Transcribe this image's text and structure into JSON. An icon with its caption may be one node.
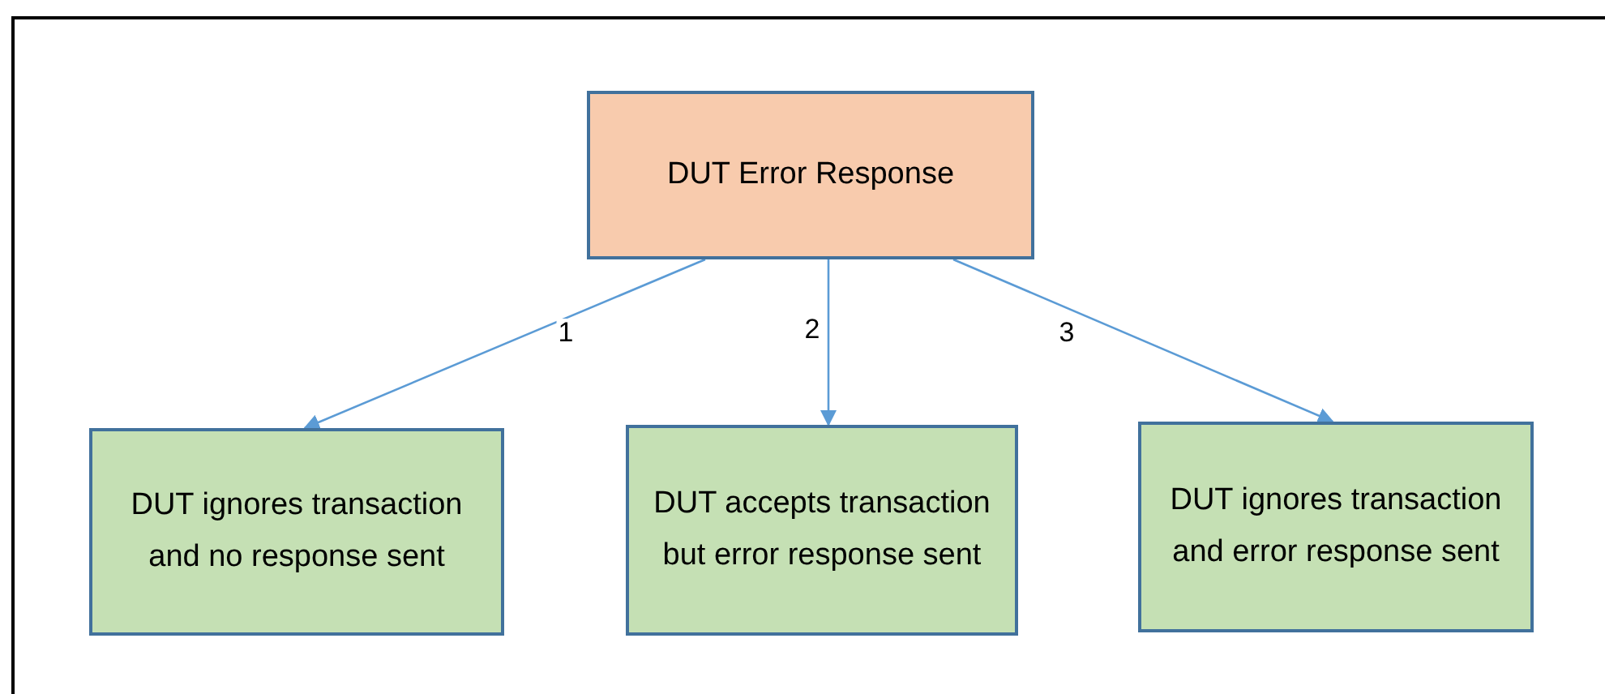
{
  "diagram": {
    "nodes": [
      {
        "text": [
          "DUT Error Response"
        ]
      },
      {
        "text": [
          "DUT ignores transaction and no response sent"
        ]
      },
      {
        "text": [
          "DUT accepts transaction but error response sent"
        ]
      },
      {
        "text": [
          "DUT ignores transaction and error response sent"
        ]
      }
    ],
    "edges": [
      {
        "from": 0,
        "to": 1,
        "arrow": "to",
        "label": "1"
      },
      {
        "from": 0,
        "to": 2,
        "arrow": "to",
        "label": "2"
      },
      {
        "from": 0,
        "to": 3,
        "arrow": "to",
        "label": "3"
      }
    ]
  }
}
